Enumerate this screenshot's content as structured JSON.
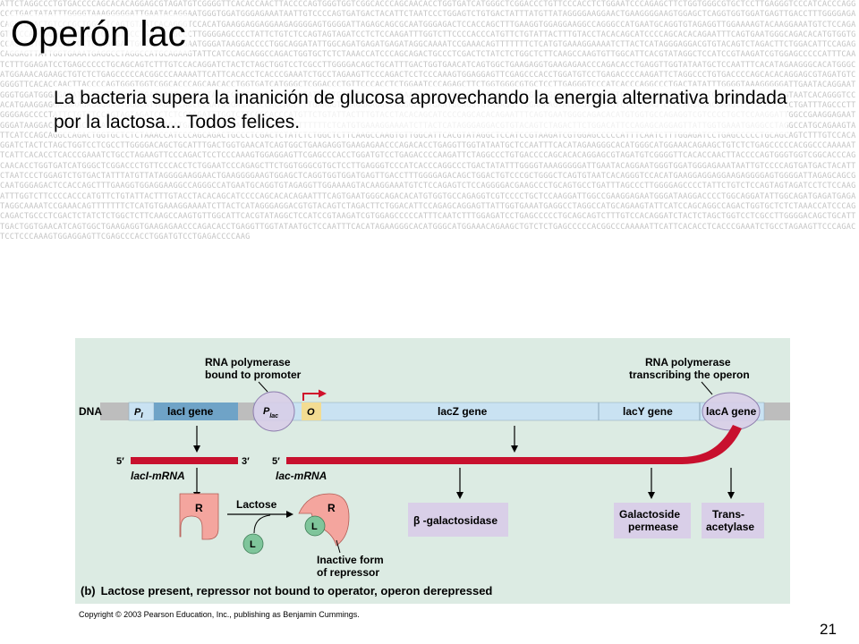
{
  "slide": {
    "title": "Operón lac",
    "caption": "La bacteria supera la inanición de glucosa aprovechando la energia alternativa brindada por la lactosa... Todos felices.",
    "page_number": "21",
    "copyright": "Copyright © 2003 Pearson Education, Inc., publishing as Benjamin Cummings."
  },
  "background": {
    "sequence": "ATTCTAGGCCCTGTGACCCCAGCACACAGGAGCGTAGATGTCGGGGTTCACACCAACTTACCCCAGTGGGTGGTCGGCACCCAGCAACACCTGGTGATCATGGGCTCGGACCCTGTTCCCACCTCTGGAATCCCAGAGCTTCTGGTGGGCGTGCTCCTTGAGGGTCCCATCACCCAGGCCCTGACTATATTTGGGGTAAAGGGGGATTGAATACAGGAATGGGTGGATGGGAGAAATAATTGTCCCCAGTGATGACTACATTCTAATCCCTGGAGTCTGTGACTATTTATGTTATAGGGGAAGGAACTGAAGGGGAAGTGGAGCTCAGGTGGTGGATGAGTTGACCTTTGGGGAGACAGCTGGACTGTCCCGCTGGGCTCAGTGTAATCACAGGGTCCACATGAAGGAGGAGGAAGAGGGGAGTGGGGATTAGAGCAGCGCAATGGGAGACTCCACCAGCTTTGAAGGTGGAGGAAGGCCAGGGCCATGAATGCAGGTGTAGAGGTTGGAAAAGTACAAGGAAATGTCTCCAGAGTCTCCAGGGGACGAAGCCCTGCAGTGCCTGATTTAGCCCTTGGGGAGCCCCTATTCTGTCTCCAGTAGTAGATCCTCTCCAAGATTTGGTCTTCCCCACCCATGTTCTGTATTACTTTGTACCTACACAGCATCCCCAGCACACAGAATTTCAGTGAATGGGCAGACACATGTGGTGCCAGAGGTCGTCCCCTGCTCCAAGGATTGGCCGAAGGAGAATGGGATAAGGACCCCTGGCAGGATATTGGCAGATGAGATGAGATAGGCAAAATCCGAAACAGTTTTTTTCTCATGTGAAAGGAAAATCTTACTCATAGGGAGGACGTGTACAGTCTAGACTTCTGGACATTCCAGAGCAGGAGTTATTGGTGAAATGAGGCCTAGGCCATGCAGAAGTATTCATCCAGCAGGCCAGACTGGTGCTCTCTAAACCATCCCAGCAGACTGCCCTCGACTCTATCTCTGGCTCTTCAAGCCAAGTGTTGGCATTCACGTATAGGCTCCATCCGTAAGATCGTGGAGCCCCCATTTCAATCTTTGGAGATCCTGAGCCCCCTGCAGCAGTCTTTGTCCACAGGATCTACTCTAGCTGGTCCTCGCCTTGGGGACAGCTGCATTTGACTGGTGAACATCAGTGGCTGAAGAGGTGAAGAGAACCCAGACACCTGAGGTTGGTATAATGCTCCAATTTCACATAGAAGGGCACATGGGCATGGAAACAGAAGCTGTCTCTGAGCCCCCACGGCCCAAAAATTCATTCACACCTCACCCGAAATCTGCCTAGAAGTTCCCAGACTCCTCCCAAAGTGGAGGAGTTCGAGCCCACCTGGATGTCCTGAGACCCCAAGATTCTAGGCCCTGTGACCCCAGCACACAGGAGCGTAGATGTCGGGGTTCACACCAACTTACCCCAGTGGGTGGTCGGCACCCAGCAACACCTGGTGATCATGGGCTCGGACCCTGTTCCCACCTCTGGAATCCCAGAGCTTCTGGTGGGCGTGCTCCTTGAGGGTCCCATCACCCAGGCCCTGACTATATTTGGGGTAAAGGGGGATTGAATACAGGAATGGGTGGATGGGAGAAATAATTGTCCCCAGTGATGACTACATTCTAATCCCTGGAGTCTGTGACTATTTATGTTATAGGGGAAGGAACTGAAGGGGAAGTGGAGCTCAGGTGGTGGATGAGTTGACCTTTGGGGAGACAGCTGGACTGTCCCGCTGGGCTCAGTGTAATCACAGGGTCCACATGAAGGAGGAGGAAGAGGGGAGTGGGGATTAGAGCAGCGCAATGGGAGACTCCACCAGCTTTGAAGGTGGAGGAAGGCCAGGGCCATGAATGCAGGTGTAGAGGTTGGAAAAGTACAAGGAAATGTCTCCAGAGTCTCCAGGGGACGAAGCCCTGCAGTGCCTGATTTAGCCCTTGGGGAGCCCCTATTCTGTCTCCAGTAGTAGATCCTCTCCAAGATTTGGTCTTCCCCACCCATGTTCTGTATTACTTTGTACCTACACAGCATCCCCAGCACACAGAATTTCAGTGAATGGGCAGACACATGTGGTGCCAGAGGTCGTCCCCTGCTCCAAGGATTGGCCGAAGGAGAATGGGATAAGGACCCCTGGCAGGATATTGGCAGATGAGATGAGATAGGCAAAATCCGAAACAGTTTTTTTCTCATGTGAAAGGAAAATCTTACTCATAGGGAGGACGTGTACAGTCTAGACTTCTGGACATTCCAGAGCAGGAGTTATTGGTGAAATGAGGCCTAGGCCATGCAGAAGTATTCATCCAGCAGGCCAGACTGGTGCTCTCTAAACCATCCCAGCAGACTGCCCTCGACTCTATCTCTGGCTCTTCAAGCCAAGTGTTGGCATTCACGTATAGGCTCCATCCGTAAGATCGTGGAGCCCCCATTTCAATCTTTGGAGATCCTGAGCCCCCTGCAGCAGTCTTTGTCCACAGGATCTACTCTAGCTGGTCCTCGCCTTGGGGACAGCTGCATTTGACTGGTGAACATCAGTGGCTGAAGAGGTGAAGAGAACCCAGACACCTGAGGTTGGTATAATGCTCCAATTTCACATAGAAGGGCACATGGGCATGGAAACAGAAGCTGTCTCTGAGCCCCCACGGCCCAAAAATTCATTCACACCTCACCCGAAATCTGCCTAGAAGTTCCCAGACTCCTCCCAAAGTGGAGGAGTTCGAGCCCACCTGGATGTCCTGAGACCCCAAGATTCTAGGCCCTGTGACCCCAGCACACAGGAGCGTAGATGTCGGGGTTCACACCAACTTACCCCAGTGGGTGGTCGGCACCCAGCAACACCTGGTGATCATGGGCTCGGACCCTGTTCCCACCTCTGGAATCCCAGAGCTTCTGGTGGGCGTGCTCCTTGAGGGTCCCATCACCCAGGCCCTGACTATATTTGGGGTAAAGGGGGATTGAATACAGGAATGGGTGGATGGGAGAAATAATTGTCCCCAGTGATGACTACATTCTAATCCCTGGAGTCTGTGACTATTTATGTTATAGGGGAAGGAACTGAAGGGGAAGTGGAGCTCAGGTGGTGGATGAGTTGACCTTTGGGGAGACAGCTGGACTGTCCCGCTGGGCTCAGTGTAATCACAGGGTCCACATGAAGGAGGAGGAAGAGGGGAGTGGGGATTAGAGCAGCGCAATGGGAGACTCCACCAGCTTTGAAGGTGGAGGAAGGCCAGGGCCATGAATGCAGGTGTAGAGGTTGGAAAAGTACAAGGAAATGTCTCCAGAGTCTCCAGGGGACGAAGCCCTGCAGTGCCTGATTTAGCCCTTGGGGAGCCCCTATTCTGTCTCCAGTAGTAGATCCTCTCCAAGATTTGGTCTTCCCCACCCATGTTCTGTATTACTTTGTACCTACACAGCATCCCCAGCACACAGAATTTCAGTGAATGGGCAGACACATGTGGTGCCAGAGGTCGTCCCCTGCTCCAAGGATTGGCCGAAGGAGAATGGGATAAGGACCCCTGGCAGGATATTGGCAGATGAGATGAGATAGGCAAAATCCGAAACAGTTTTTTTCTCATGTGAAAGGAAAATCTTACTCATAGGGAGGACGTGTACAGTCTAGACTTCTGGACATTCCAGAGCAGGAGTTATTGGTGAAATGAGGCCTAGGCCATGCAGAAGTATTCATCCAGCAGGCCAGACTGGTGCTCTCTAAACCATCCCAGCAGACTGCCCTCGACTCTATCTCTGGCTCTTCAAGCCAAGTGTTGGCATTCACGTATAGGCTCCATCCGTAAGATCGTGGAGCCCCCATTTCAATCTTTGGAGATCCTGAGCCCCCTGCAGCAGTCTTTGTCCACAGGATCTACTCTAGCTGGTCCTCGCCTTGGGGACAGCTGCATTTGACTGGTGAACATCAGTGGCTGAAGAGGTGAAGAGAACCCAGACACCTGAGGTTGGTATAATGCTCCAATTTCACATAGAAGGGCACATGGGCATGGAAACAGAAGCTGTCTCTGAGCCCCCACGGCCCAAAAATTCATTCACACCTCACCCGAAATCTGCCTAGAAGTTCCCAGACTCCTCCCAAAGTGGAGGAGTTCGAGCCCACCTGGATGTCCTGAGACCCCAAG"
  },
  "diagram": {
    "dna_label": "DNA",
    "promoter_i": "P",
    "promoter_i_sub": "I",
    "laci_gene": "lacI gene",
    "promoter_lac": "P",
    "promoter_lac_sub": "lac",
    "operator": "O",
    "lacz_gene": "lacZ gene",
    "lacy_gene": "lacY gene",
    "laca_gene": "lacA gene",
    "rnap_promoter_line1": "RNA polymerase",
    "rnap_promoter_line2": "bound to promoter",
    "rnap_operon_line1": "RNA polymerase",
    "rnap_operon_line2": "transcribing the operon",
    "mrna_five_prime_a": "5′",
    "mrna_three_prime": "3′",
    "laci_mrna_label": "lacI-mRNA",
    "mrna_five_prime_b": "5′",
    "lac_mrna_label": "lac-mRNA",
    "repressor_letter": "R",
    "repressor_bound_letter": "R",
    "lactose_label": "Lactose",
    "lactose_letter": "L",
    "lactose_bound_letter": "L",
    "inactive_line1": "Inactive form",
    "inactive_line2": "of repressor",
    "beta_gal": "β -galactosidase",
    "permease_line1": "Galactoside",
    "permease_line2": "permease",
    "trans_line1": "Trans-",
    "trans_line2": "acetylase",
    "panel_letter": "(b)",
    "panel_caption": "Lactose present, repressor not bound to operator, operon derepressed"
  },
  "colors": {
    "panel_bg": "#dcebe3",
    "dna_gray": "#bdbdbd",
    "dna_light_blue": "#c9e2f2",
    "laci_blue": "#6fa3c7",
    "operator_yellow": "#f3dc92",
    "mrna_red": "#c8102e",
    "polymerase_lilac": "#d8cce8",
    "repressor_pink": "#f4a59e",
    "lactose_green": "#7fc59b",
    "protein_box": "#d9cfe8"
  }
}
